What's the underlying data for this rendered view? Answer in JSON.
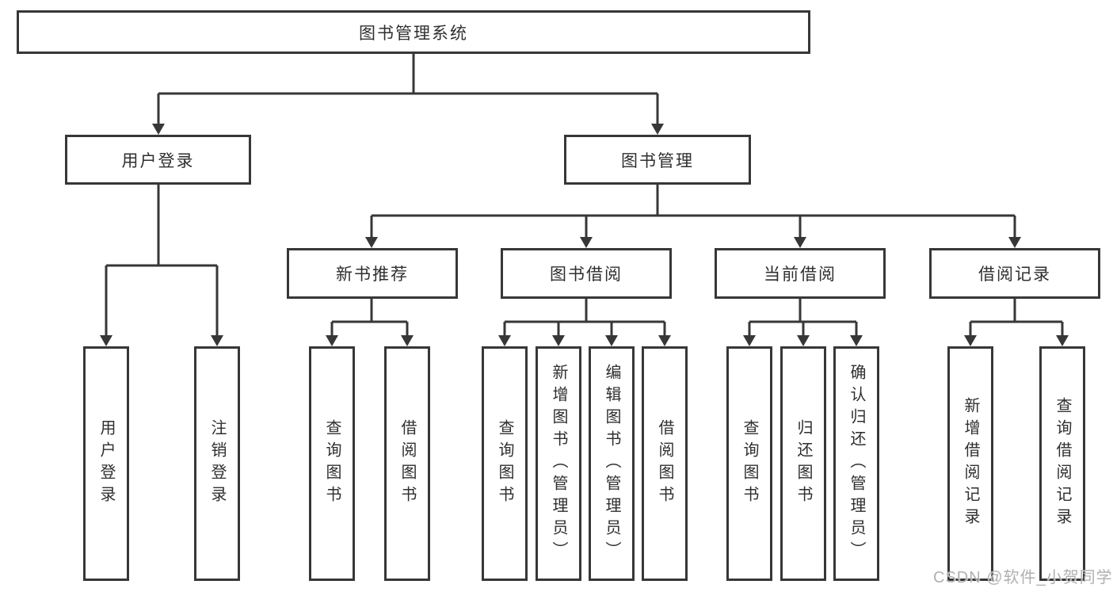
{
  "tree": {
    "root": "图书管理系统",
    "branches": [
      {
        "label": "用户登录",
        "children": [
          "用户登录",
          "注销登录"
        ]
      },
      {
        "label": "图书管理",
        "children": [
          {
            "label": "新书推荐",
            "children": [
              "查询图书",
              "借阅图书"
            ]
          },
          {
            "label": "图书借阅",
            "children": [
              "查询图书",
              "新增图书（管理员）",
              "编辑图书（管理员）",
              "借阅图书"
            ]
          },
          {
            "label": "当前借阅",
            "children": [
              "查询图书",
              "归还图书",
              "确认归还（管理员）"
            ]
          },
          {
            "label": "借阅记录",
            "children": [
              "新增借阅记录",
              "查询借阅记录"
            ]
          }
        ]
      }
    ]
  },
  "watermark": {
    "text": "CSDN @软件_小贺同学"
  },
  "colors": {
    "line": "#373737",
    "box_border": "#373737",
    "text": "#2f2f2f",
    "background": "#ffffff",
    "watermark": "#b0b0b0"
  }
}
